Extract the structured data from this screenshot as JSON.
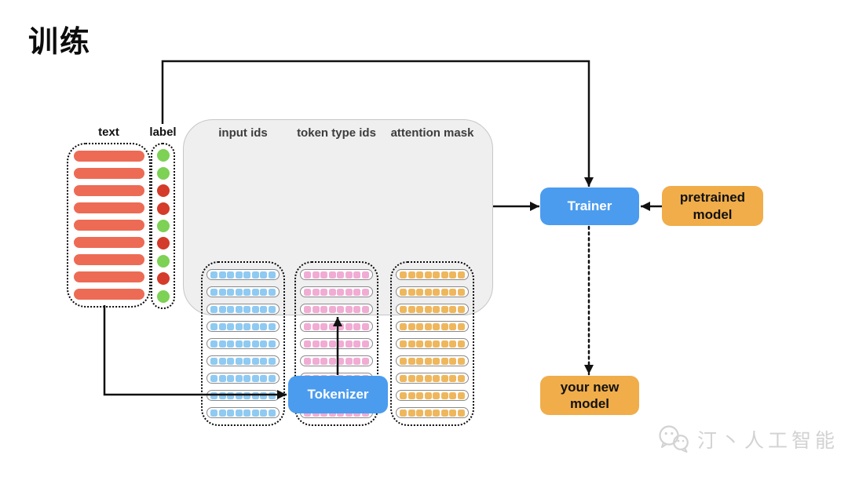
{
  "title": "训练",
  "left_columns": {
    "text": {
      "label": "text",
      "rows": 9,
      "bar_color": "#ED6B55"
    },
    "label": {
      "label": "label",
      "dots": [
        "green",
        "green",
        "red",
        "red",
        "green",
        "red",
        "green",
        "red",
        "green"
      ],
      "dot_colors": {
        "green": "#7DD154",
        "red": "#D43B2A"
      }
    }
  },
  "id_columns": [
    {
      "key": "input_ids",
      "label": "input ids",
      "rows": 9,
      "cells": 8,
      "cell_color": "#8FCAF2"
    },
    {
      "key": "token_type_ids",
      "label": "token type ids",
      "rows": 9,
      "cells": 8,
      "cell_color": "#F1ACD4"
    },
    {
      "key": "attention_mask",
      "label": "attention mask",
      "rows": 9,
      "cells": 8,
      "cell_color": "#EFB75D"
    }
  ],
  "nodes": {
    "trainer": {
      "label": "Trainer",
      "color": "#4B9CEE"
    },
    "tokenizer": {
      "label": "Tokenizer",
      "color": "#4B9CEE"
    },
    "pretrained_model": {
      "label": "pretrained model",
      "color": "#F0AD4A"
    },
    "your_new_model": {
      "label": "your new model",
      "color": "#F0AD4A"
    }
  },
  "arrow_color": "#111111",
  "watermark": {
    "icon": "wechat-icon",
    "text": "汀丶人工智能"
  }
}
